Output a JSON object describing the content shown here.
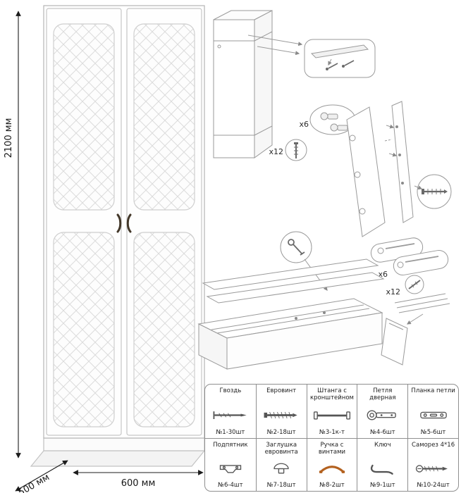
{
  "dimensions": {
    "height": "2100 мм",
    "depth": "500 мм",
    "width": "600 мм"
  },
  "callouts": {
    "upper_hinges": "x6",
    "upper_screws": "x12",
    "lower_hinges": "x6",
    "lower_screws": "x12"
  },
  "colors": {
    "line_art": "#9a9a9a",
    "wardrobe_outline": "#b4b4b4",
    "handle_accent": "#b3611f",
    "dimension_text": "#161616"
  },
  "parts": {
    "row1": [
      {
        "name": "Гвоздь",
        "qty": "№1-30шт",
        "icon": "nail-icon"
      },
      {
        "name": "Евровинт",
        "qty": "№2-18шт",
        "icon": "euro-screw-icon"
      },
      {
        "name": "Штанга с кронштейном",
        "qty": "№3-1к-т",
        "icon": "hanging-rod-icon"
      },
      {
        "name": "Петля дверная",
        "qty": "№4-6шт",
        "icon": "door-hinge-icon"
      },
      {
        "name": "Планка петли",
        "qty": "№5-6шт",
        "icon": "hinge-plate-icon"
      }
    ],
    "row2": [
      {
        "name": "Подпятник",
        "qty": "№6-4шт",
        "icon": "foot-glide-icon"
      },
      {
        "name": "Заглушка евровинта",
        "qty": "№7-18шт",
        "icon": "screw-cap-icon"
      },
      {
        "name": "Ручка с винтами",
        "qty": "№8-2шт",
        "icon": "handle-icon"
      },
      {
        "name": "Ключ",
        "qty": "№9-1шт",
        "icon": "key-icon"
      },
      {
        "name": "Саморез 4*16",
        "qty": "№10-24шт",
        "icon": "self-tapping-screw-icon"
      }
    ]
  }
}
